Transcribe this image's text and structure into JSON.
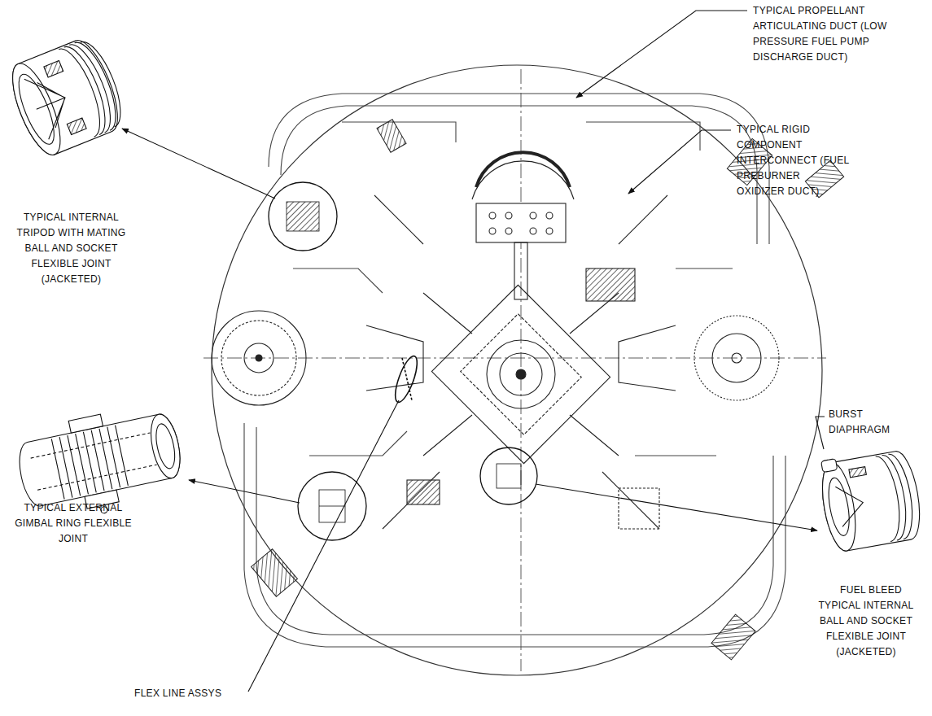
{
  "diagram": {
    "labels": [
      "TYPICAL PROPELLANT ARTICULATING DUCT (LOW PRESSURE FUEL PUMP DISCHARGE DUCT)",
      "TYPICAL RIGID COMPONENT INTERCONNECT (FUEL PREBURNER OXIDIZER DUCT)",
      "TYPICAL INTERNAL TRIPOD WITH MATING BALL AND SOCKET FLEXIBLE JOINT (JACKETED)",
      "TYPICAL EXTERNAL GIMBAL RING FLEXIBLE JOINT",
      "BURST DIAPHRAGM",
      "FUEL BLEED",
      "TYPICAL INTERNAL BALL AND SOCKET FLEXIBLE JOINT (JACKETED)",
      "FLEX LINE ASSYS"
    ]
  }
}
